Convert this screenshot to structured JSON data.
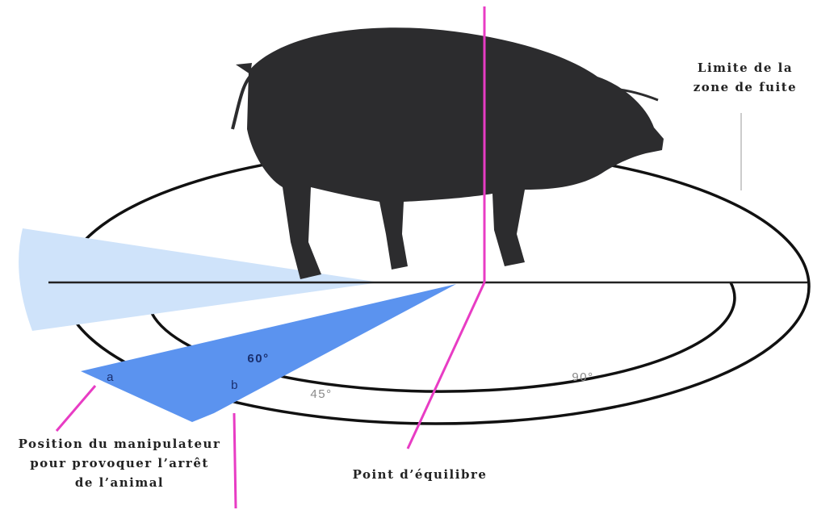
{
  "labels": {
    "flight_zone": "Limite de la\nzone de fuite",
    "handler_position": "Position du manipulateur\npour provoquer l’arrêt\nde l’animal",
    "balance_point": "Point d’équilibre"
  },
  "angles": {
    "a60": "60°",
    "a45": "45°",
    "a90": "90°"
  },
  "points": {
    "a": "a",
    "b": "b"
  },
  "colors": {
    "blind_zone": "#cfe3fa",
    "stop_zone": "#5b93ef",
    "pointer": "#e83cc4",
    "lines": "#111111"
  }
}
